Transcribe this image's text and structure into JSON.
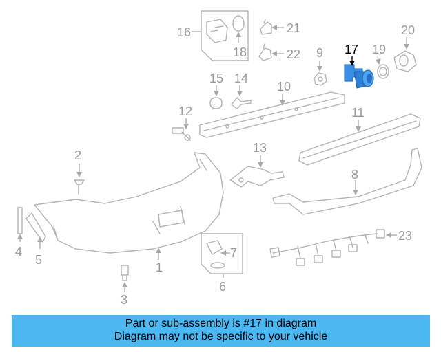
{
  "diagram": {
    "callouts": {
      "c1": "1",
      "c2": "2",
      "c3": "3",
      "c4": "4",
      "c5": "5",
      "c6": "6",
      "c7": "7",
      "c8": "8",
      "c9": "9",
      "c10": "10",
      "c11": "11",
      "c12": "12",
      "c13": "13",
      "c14": "14",
      "c15": "15",
      "c16": "16",
      "c17": "17",
      "c18": "18",
      "c19": "19",
      "c20": "20",
      "c21": "21",
      "c22": "22",
      "c23": "23"
    },
    "highlight_callout": "17",
    "highlight_color": "#3a8ee6",
    "line_color": "#b4b4b4"
  },
  "banner": {
    "line1": "Part or sub-assembly is #17 in diagram",
    "line2": "Diagram may not be specific to your vehicle",
    "background": "#4bb8f2"
  }
}
